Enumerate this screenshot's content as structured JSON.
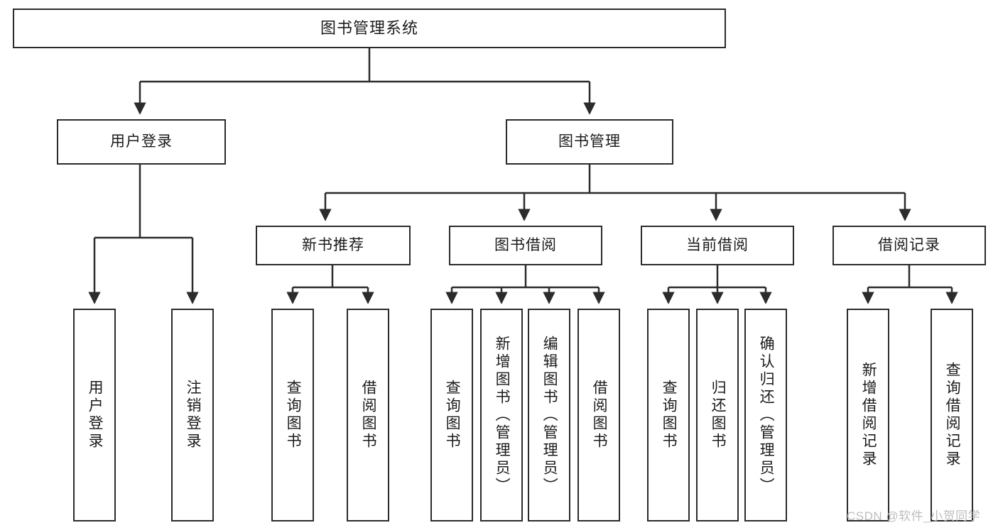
{
  "diagram": {
    "title": "图书管理系统",
    "type": "tree",
    "root": {
      "label": "图书管理系统"
    },
    "level2": [
      {
        "label": "用户登录"
      },
      {
        "label": "图书管理"
      }
    ],
    "level3": [
      {
        "label": "新书推荐"
      },
      {
        "label": "图书借阅"
      },
      {
        "label": "当前借阅"
      },
      {
        "label": "借阅记录"
      }
    ],
    "leaves": {
      "user_login": [
        {
          "label": "用户登录"
        },
        {
          "label": "注销登录"
        }
      ],
      "new_book_recommend": [
        {
          "label": "查询图书"
        },
        {
          "label": "借阅图书"
        }
      ],
      "book_borrow": [
        {
          "label": "查询图书"
        },
        {
          "label": "新增图书（管理员）"
        },
        {
          "label": "编辑图书（管理员）"
        },
        {
          "label": "借阅图书"
        }
      ],
      "current_borrow": [
        {
          "label": "查询图书"
        },
        {
          "label": "归还图书"
        },
        {
          "label": "确认归还（管理员）"
        }
      ],
      "borrow_record": [
        {
          "label": "新增借阅记录"
        },
        {
          "label": "查询借阅记录"
        }
      ]
    }
  },
  "watermark": {
    "text": "CSDN @软件_小贺同学"
  },
  "colors": {
    "box_border": "#2b2b2b",
    "box_fill": "#ffffff",
    "connector": "#2b2b2b",
    "text": "#1b1b1b",
    "watermark": "#bdbdbd",
    "background": "#ffffff"
  }
}
